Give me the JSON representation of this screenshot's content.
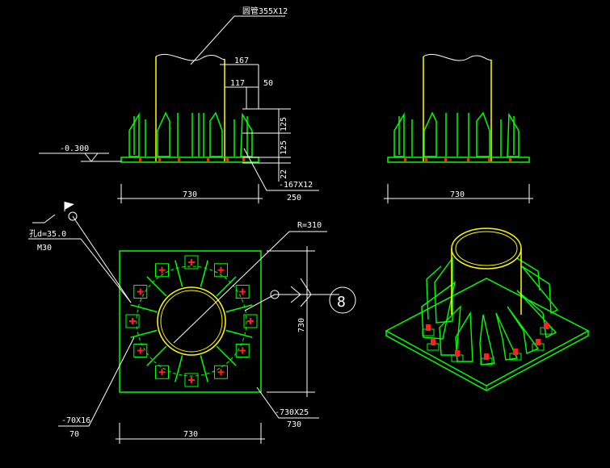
{
  "drawing": {
    "pipe_label": "圆管355X12",
    "dim_167_top": "167",
    "dim_117": "117",
    "dim_50": "50",
    "dim_125_a": "125",
    "dim_125_b": "125",
    "dim_22": "22",
    "elevation": "-0.300",
    "rib_label_top": "-167X12",
    "rib_label_bottom": "250",
    "elev_width_left": "730",
    "elev_width_right": "730",
    "bolt_hole": "孔d=35.0",
    "bolt_size": "M30",
    "radius": "R=310",
    "weld_symbol": "8",
    "plan_height": "730",
    "plate_label_top": "-730X25",
    "plate_label_bottom": "730",
    "washer_label_top": "-70X16",
    "washer_label_bottom": "70",
    "plan_width": "730"
  },
  "colors": {
    "background": "#000000",
    "steel": "#00ff00",
    "pipe": "#ffff00",
    "dimension": "#ffffff",
    "bolt": "#ff2020"
  }
}
